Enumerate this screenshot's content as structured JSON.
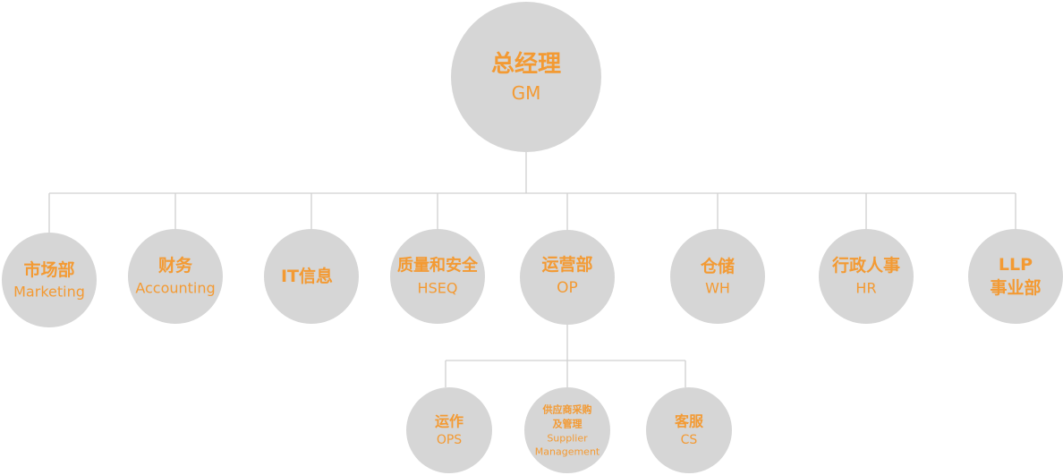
{
  "org_chart": {
    "root": {
      "zh": "总经理",
      "en": "GM"
    },
    "departments": [
      {
        "key": "marketing",
        "zh": "市场部",
        "en": "Marketing"
      },
      {
        "key": "accounting",
        "zh": "财务",
        "en": "Accounting"
      },
      {
        "key": "it",
        "zh": "IT信息"
      },
      {
        "key": "hseq",
        "zh": "质量和安全",
        "en": "HSEQ"
      },
      {
        "key": "op",
        "zh": "运营部",
        "en": "OP"
      },
      {
        "key": "wh",
        "zh": "仓储",
        "en": "WH"
      },
      {
        "key": "hr",
        "zh": "行政人事",
        "en": "HR"
      },
      {
        "key": "llp",
        "zh": "LLP",
        "zh2": "事业部"
      }
    ],
    "op_subunits": [
      {
        "key": "ops",
        "zh": "运作",
        "en": "OPS"
      },
      {
        "key": "supplier",
        "zh": "供应商采购",
        "zh2": "及管理",
        "en": "Supplier",
        "en2": "Management"
      },
      {
        "key": "cs",
        "zh": "客服",
        "en": "CS"
      }
    ]
  },
  "colors": {
    "node_fill": "#d6d6d6",
    "label": "#f39a33",
    "connector": "#d0d0d0"
  }
}
